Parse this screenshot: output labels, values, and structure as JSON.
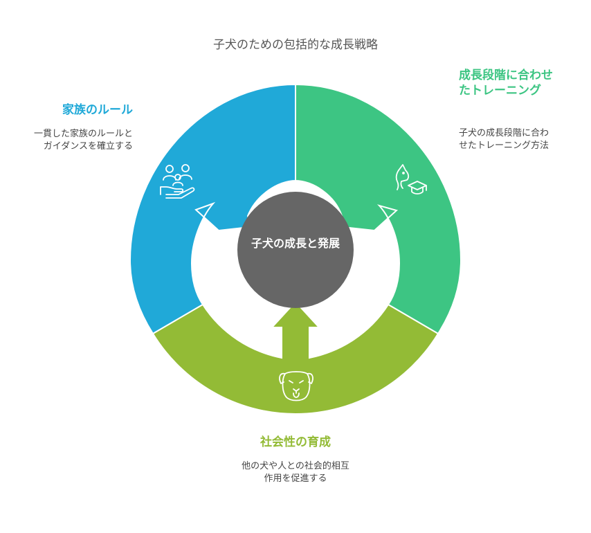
{
  "title": "子犬のための包括的な成長戦略",
  "center": {
    "label": "子犬の成長と発展"
  },
  "colors": {
    "blue": "#20a9d8",
    "green": "#3dc583",
    "lime": "#93bb36",
    "center": "#666666"
  },
  "segments": [
    {
      "id": "family-rules",
      "heading": "家族のルール",
      "description": "一貫した家族のルールとガイダンスを確立する",
      "icon": "family-hand-icon"
    },
    {
      "id": "growth-training",
      "heading": "成長段階に合わせたトレーニング",
      "description": "子犬の成長段階に合わせたトレーニング方法",
      "icon": "dog-graduation-cap-icon"
    },
    {
      "id": "socialization",
      "heading": "社会性の育成",
      "description": "他の犬や人との社会的相互作用を促進する",
      "icon": "dog-face-icon"
    }
  ]
}
